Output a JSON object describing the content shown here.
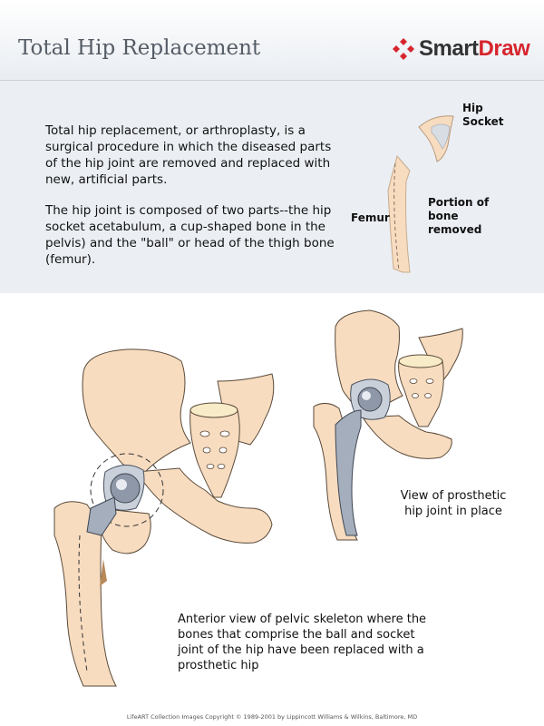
{
  "header": {
    "title": "Total Hip Replacement",
    "logo_part1": "Smart",
    "logo_part2": "Draw"
  },
  "intro": {
    "paragraph1": "Total hip replacement, or arthroplasty, is a surgical procedure in which the diseased parts of the hip joint are removed and replaced with new, artificial parts.",
    "paragraph2": "The hip joint is composed of two parts--the hip socket acetabulum, a cup-shaped bone in the pelvis) and the \"ball\" or head of the thigh bone (femur)."
  },
  "labels": {
    "hip_socket": "Hip Socket",
    "femur": "Femur",
    "portion_removed": "Portion of bone removed"
  },
  "captions": {
    "prosthetic_view": "View of prosthetic hip joint in place",
    "anterior_view": "Anterior view of pelvic skeleton where the bones that comprise the ball and socket joint of the hip have been replaced with a prosthetic hip"
  },
  "footer": {
    "copyright": "LifeART Collection Images Copyright © 1989-2001 by Lippincott Williams & Wilkins, Baltimore, MD"
  },
  "colors": {
    "bone": "#f7dcc0",
    "bone_outline": "#5a4a3a",
    "metal": "#9aa4b4",
    "brand_red": "#d6262e"
  }
}
